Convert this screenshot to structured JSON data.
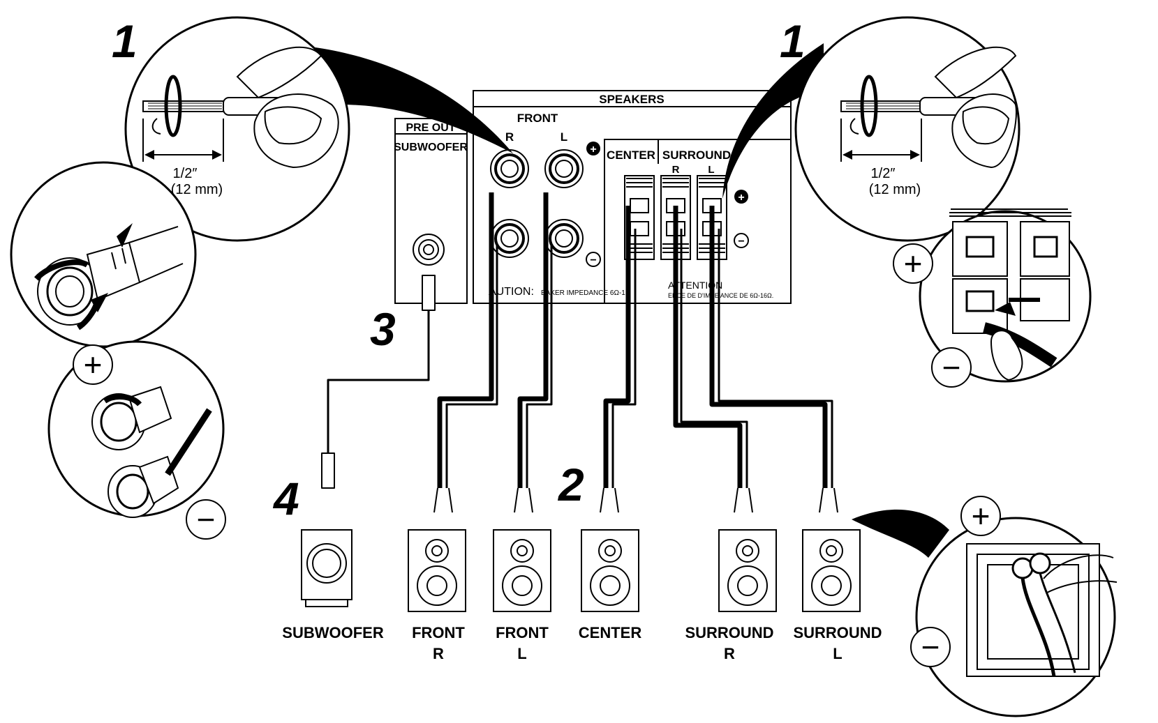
{
  "panel": {
    "speakers_title": "SPEAKERS",
    "front_title": "FRONT",
    "front_r": "R",
    "front_l": "L",
    "center_title": "CENTER",
    "surround_title": "SURROUND",
    "surround_r": "R",
    "surround_l": "L",
    "preout_title": "PRE OUT",
    "subwoofer_title": "SUBWOOFER",
    "caution_text": "AUTION:",
    "caution_detail": "EAKER IMPEDANCE 6Ω-1",
    "attention_text": "ATTENTION",
    "attention_detail": "ENCE    DE D'IMPE    ANCE DE 6Ω-16Ω."
  },
  "steps": {
    "step1_left": "1",
    "step1_right": "1",
    "step2": "2",
    "step3": "3",
    "step4": "4"
  },
  "strip_length": {
    "left_inch": "1/2″",
    "left_mm": "(12 mm)",
    "right_inch": "1/2″",
    "right_mm": "(12 mm)"
  },
  "polarity": {
    "plus": "+",
    "minus": "−"
  },
  "speakers": [
    {
      "line1": "SUBWOOFER",
      "line2": ""
    },
    {
      "line1": "FRONT",
      "line2": "R"
    },
    {
      "line1": "FRONT",
      "line2": "L"
    },
    {
      "line1": "CENTER",
      "line2": ""
    },
    {
      "line1": "SURROUND",
      "line2": "R"
    },
    {
      "line1": "SURROUND",
      "line2": "L"
    }
  ],
  "colors": {
    "ink": "#000000",
    "paper": "#ffffff",
    "shade": "#d9d9d9"
  }
}
